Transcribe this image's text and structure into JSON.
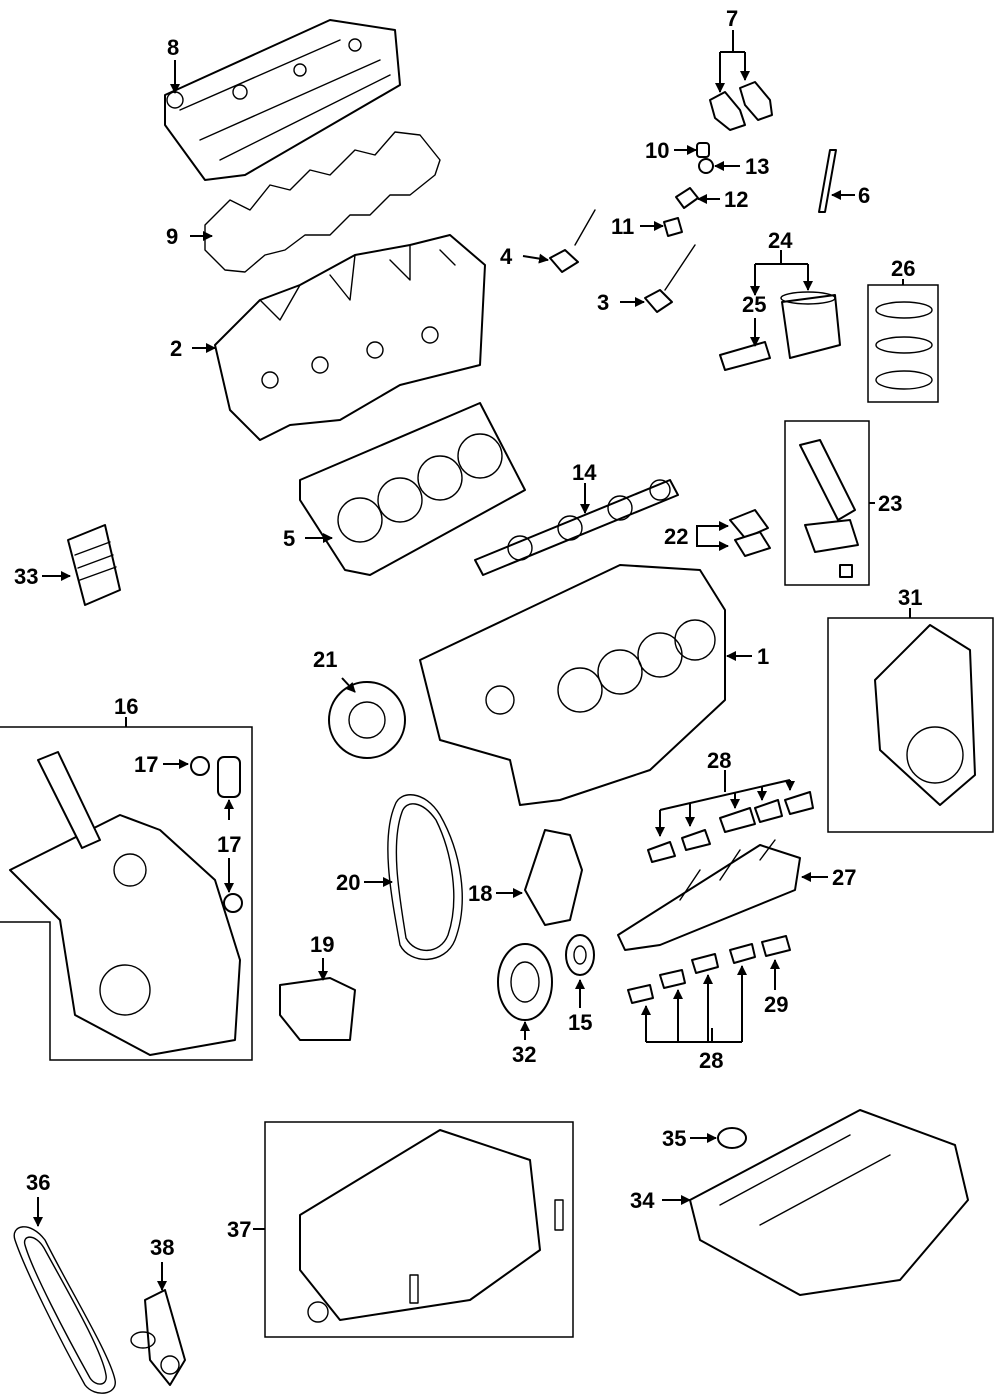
{
  "diagram": {
    "callouts": {
      "c1": "1",
      "c2": "2",
      "c3": "3",
      "c4": "4",
      "c5": "5",
      "c6": "6",
      "c7": "7",
      "c8": "8",
      "c9": "9",
      "c10": "10",
      "c11": "11",
      "c12": "12",
      "c13": "13",
      "c14": "14",
      "c15": "15",
      "c16": "16",
      "c17a": "17",
      "c17b": "17",
      "c18": "18",
      "c19": "19",
      "c20": "20",
      "c21": "21",
      "c22": "22",
      "c23": "23",
      "c24": "24",
      "c25": "25",
      "c26": "26",
      "c27": "27",
      "c28a": "28",
      "c28b": "28",
      "c29": "29",
      "c31": "31",
      "c32": "32",
      "c33": "33",
      "c34": "34",
      "c35": "35",
      "c36": "36",
      "c37": "37",
      "c38": "38"
    },
    "colors": {
      "line": "#000000",
      "background": "#ffffff"
    }
  }
}
